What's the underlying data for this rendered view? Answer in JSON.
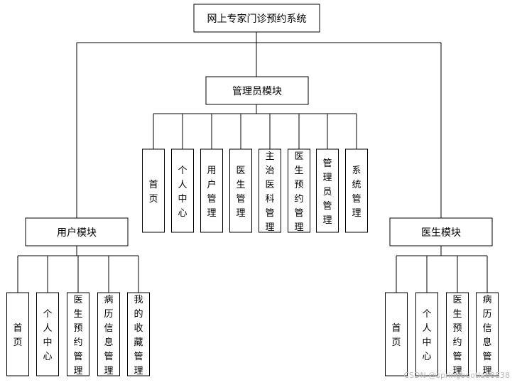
{
  "root": "网上专家门诊预约系统",
  "admin": {
    "title": "管理员模块",
    "items": [
      "首页",
      "个人中心",
      "用户管理",
      "医生管理",
      "主治医科管理",
      "医生预约管理",
      "管理员管理",
      "系统管理"
    ]
  },
  "user": {
    "title": "用户模块",
    "items": [
      "首页",
      "个人中心",
      "医生预约管理",
      "病历信息管理",
      "我的收藏管理"
    ]
  },
  "doctor": {
    "title": "医生模块",
    "items": [
      "首页",
      "个人中心",
      "医生预约管理",
      "病历信息管理"
    ]
  },
  "watermark": "CSDN @springbootlab8838"
}
